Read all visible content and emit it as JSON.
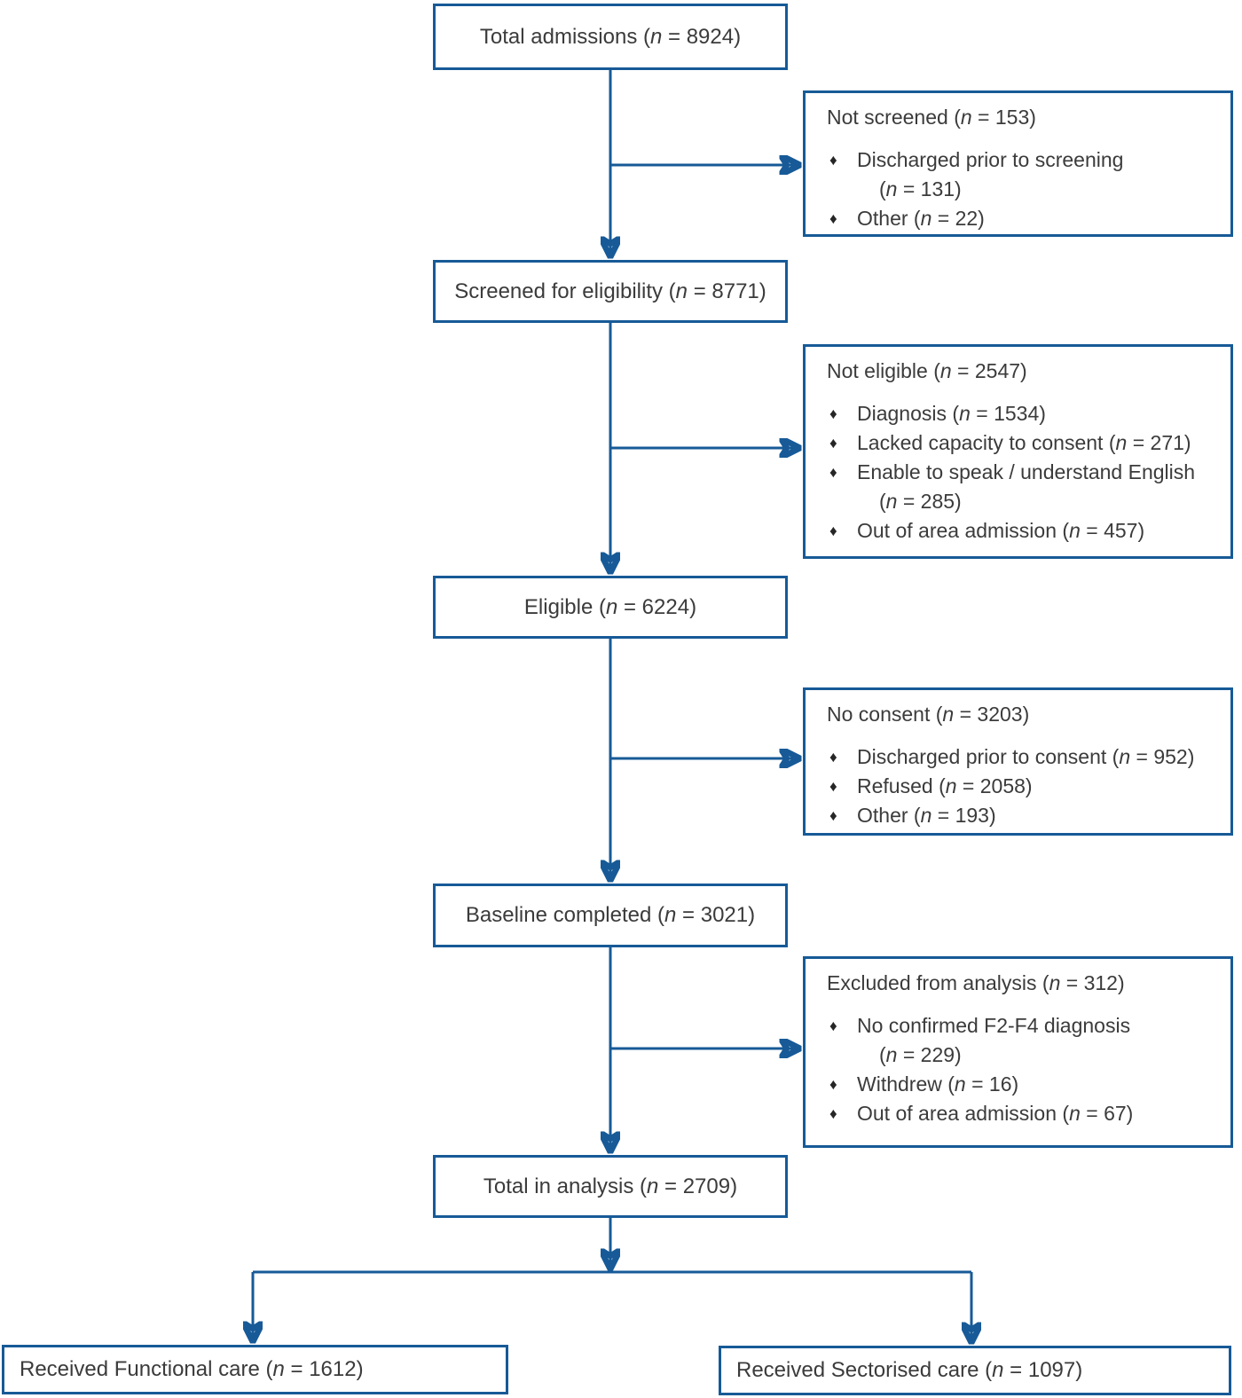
{
  "colors": {
    "line": "#175a97",
    "text": "#3b3b3b",
    "bullet": "#262626",
    "background": "#ffffff"
  },
  "bullet_glyph": "♦",
  "flow": {
    "main_boxes": [
      {
        "label": "Total admissions (n = 8924)"
      },
      {
        "label": "Screened for eligibility (n = 8771)"
      },
      {
        "label": "Eligible (n = 6224)"
      },
      {
        "label": "Baseline completed (n = 3021)"
      },
      {
        "label": "Total in analysis (n = 2709)"
      }
    ],
    "side_boxes": [
      {
        "title": "Not screened (n = 153)",
        "items": [
          "Discharged prior to screening (n = 131)",
          "Other (n = 22)"
        ]
      },
      {
        "title": "Not eligible (n = 2547)",
        "items": [
          "Diagnosis (n = 1534)",
          "Lacked capacity to consent (n = 271)",
          "Enable to speak / understand English (n = 285)",
          "Out of area admission (n = 457)"
        ]
      },
      {
        "title": "No consent (n = 3203)",
        "items": [
          "Discharged prior to consent (n = 952)",
          "Refused (n = 2058)",
          "Other (n = 193)"
        ]
      },
      {
        "title": "Excluded from analysis (n = 312)",
        "items": [
          "No confirmed F2-F4 diagnosis (n = 229)",
          "Withdrew (n = 16)",
          "Out of area admission (n = 67)"
        ]
      }
    ],
    "outcome_boxes": [
      {
        "label": "Received Functional care (n = 1612)"
      },
      {
        "label": "Received Sectorised care (n = 1097)"
      }
    ]
  }
}
